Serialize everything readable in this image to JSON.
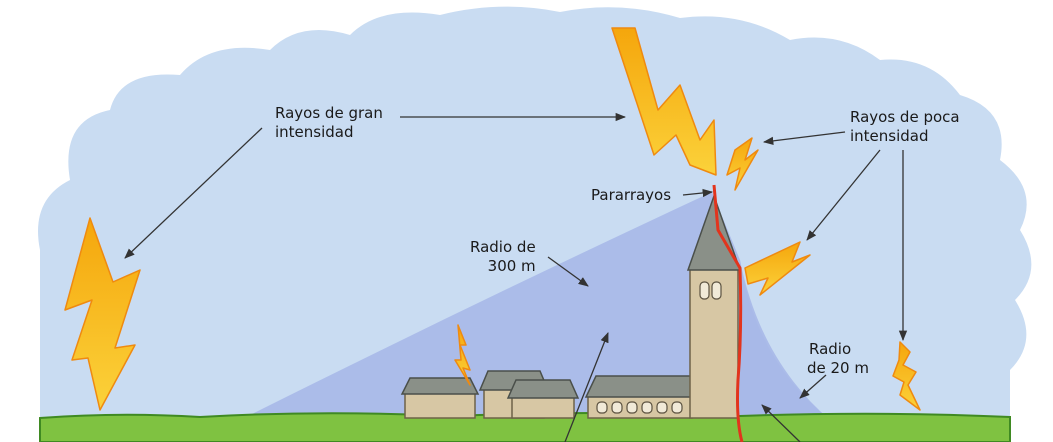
{
  "labels": {
    "strong_lightning": {
      "line1": "Rayos de gran",
      "line2": "intensidad"
    },
    "weak_lightning": {
      "line1": "Rayos de poca",
      "line2": "intensidad"
    },
    "lightning_rod": "Pararrayos",
    "radius_large": {
      "line1": "Radio de",
      "line2": "300 m"
    },
    "radius_small": {
      "line1": "Radio",
      "line2": "de 20 m"
    }
  },
  "colors": {
    "sky": "#c9dcf2",
    "protection_zone": "#a6b6e8",
    "lightning_fill": "#f7c20f",
    "lightning_edge": "#ef8a10",
    "grass": "#7fc241",
    "conductor": "#e2341d",
    "stone": "#d7c7a4",
    "roof": "#8a9088"
  },
  "icons": [
    "lightning-bolt-icon",
    "church-tower-icon",
    "house-icon"
  ]
}
